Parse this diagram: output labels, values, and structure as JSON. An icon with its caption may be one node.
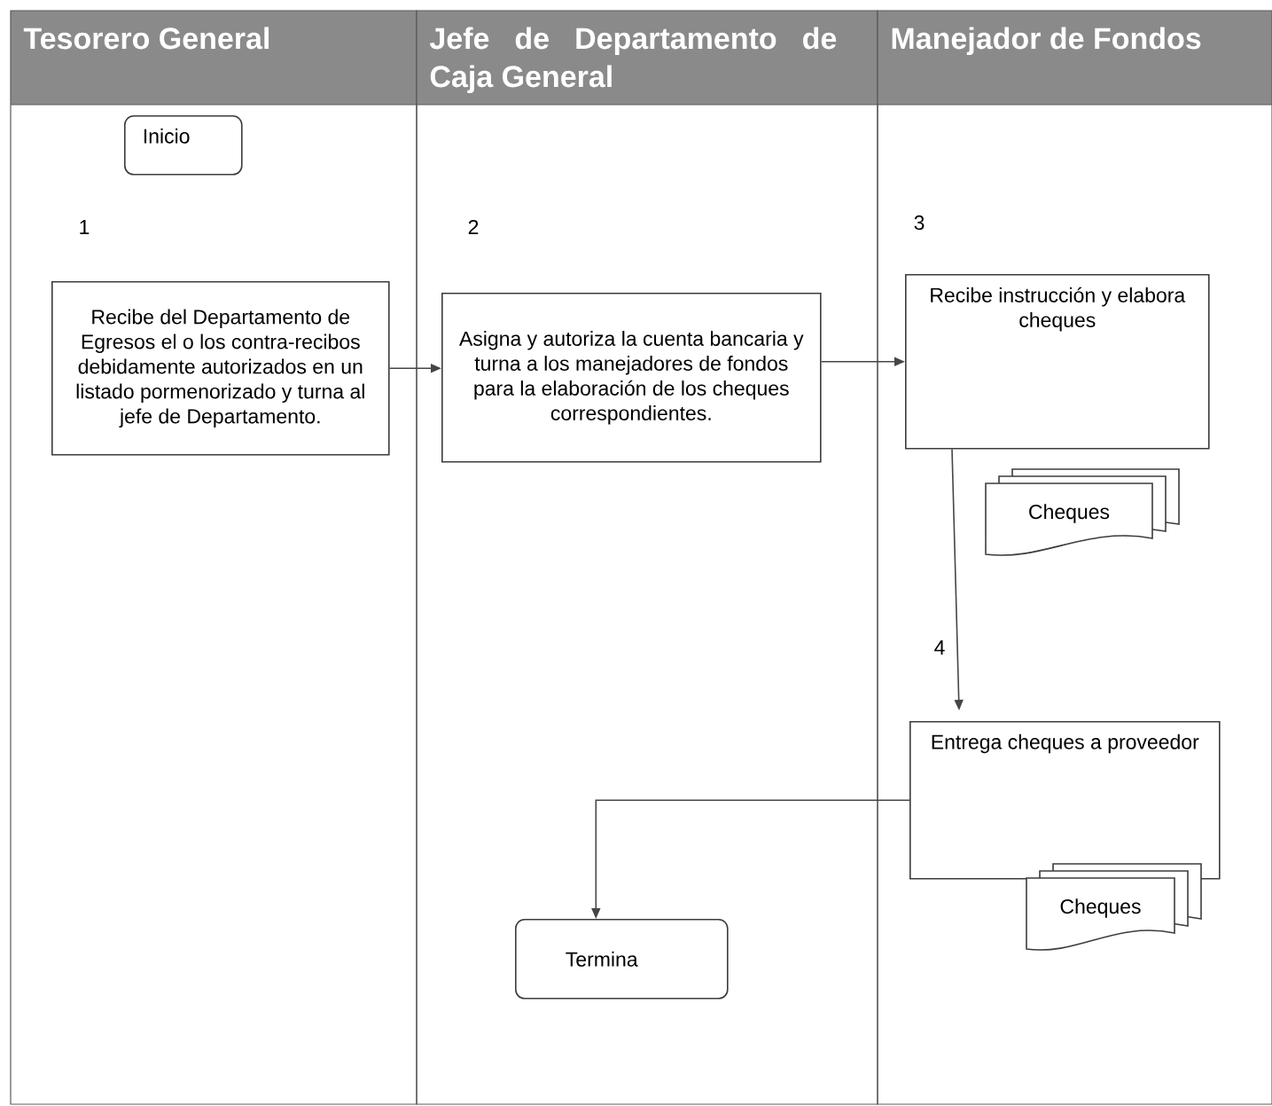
{
  "diagram": {
    "nodes": [
      {
        "text": [
          "Tesorero General"
        ]
      },
      {
        "text": [
          "Jefe de Departamento de Caja General"
        ]
      },
      {
        "text": [
          "Manejador de Fondos"
        ]
      },
      {
        "text": [
          "Inicio"
        ],
        "in": 0
      },
      {
        "text": [
          "Recibe del Departamento de Egresos el o los contra-recibos debidamente autorizados en un listado pormenorizado y turna al jefe de Departamento."
        ],
        "in": 0
      },
      {
        "text": [
          "Asigna y autoriza la cuenta bancaria y turna a los manejadores de fondos para la elaboración de los cheques correspondientes."
        ],
        "in": 1
      },
      {
        "text": [
          "Recibe instrucción y elabora cheques"
        ],
        "in": 2
      },
      {
        "text": [
          "Cheques"
        ],
        "in": 2
      },
      {
        "text": [
          "Entrega cheques a proveedor"
        ],
        "in": 2
      },
      {
        "text": [
          "Cheques"
        ],
        "in": 2
      },
      {
        "text": [
          "Termina"
        ],
        "in": 1
      }
    ],
    "edges": [
      {
        "from": 4,
        "to": 5,
        "arrow": "to"
      },
      {
        "from": 5,
        "to": 6,
        "arrow": "to"
      },
      {
        "from": 6,
        "to": 8,
        "arrow": "to"
      },
      {
        "from": 8,
        "to": 10,
        "arrow": "to"
      }
    ],
    "labels": [
      "1",
      "2",
      "3",
      "4"
    ]
  }
}
